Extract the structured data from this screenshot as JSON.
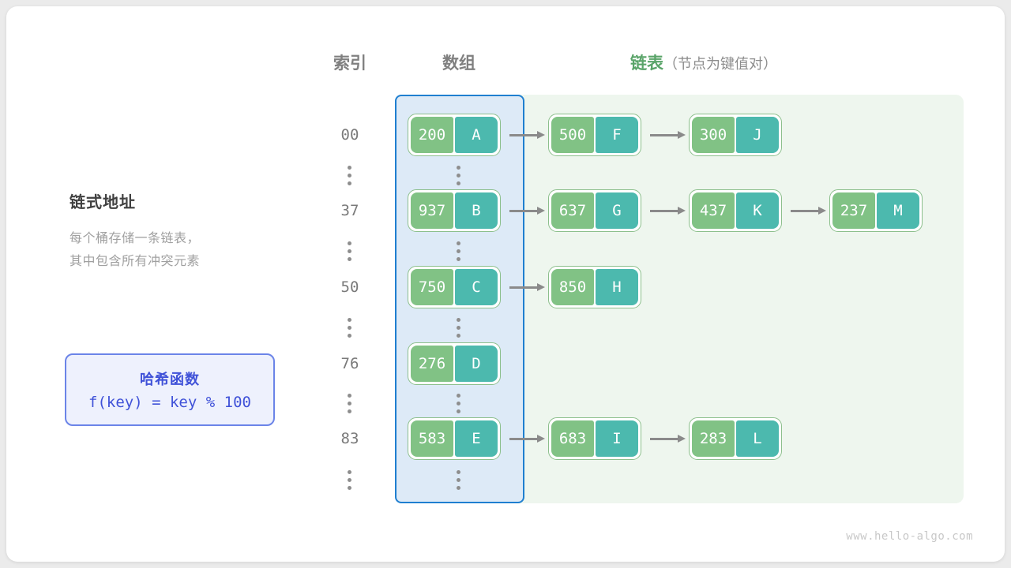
{
  "headers": {
    "index": "索引",
    "array": "数组",
    "list_main": "链表",
    "list_sub": "（节点为键值对）"
  },
  "description": {
    "title": "链式地址",
    "line1": "每个桶存储一条链表，",
    "line2": "其中包含所有冲突元素"
  },
  "hash": {
    "title": "哈希函数",
    "formula": "f(key) = key % 100"
  },
  "colors": {
    "key_box": "#81c285",
    "value_box": "#4cb9ae",
    "array_region_bg": "#ddeaf7",
    "array_region_border": "#1f7fd0",
    "list_region_bg": "#eef6ee",
    "arrow": "#8a8a8a",
    "accent_green": "#5aa469",
    "accent_blue": "#3f51d8"
  },
  "buckets": [
    {
      "index": "00",
      "nodes": [
        {
          "key": "200",
          "value": "A"
        },
        {
          "key": "500",
          "value": "F"
        },
        {
          "key": "300",
          "value": "J"
        }
      ]
    },
    {
      "index": "37",
      "nodes": [
        {
          "key": "937",
          "value": "B"
        },
        {
          "key": "637",
          "value": "G"
        },
        {
          "key": "437",
          "value": "K"
        },
        {
          "key": "237",
          "value": "M"
        }
      ]
    },
    {
      "index": "50",
      "nodes": [
        {
          "key": "750",
          "value": "C"
        },
        {
          "key": "850",
          "value": "H"
        }
      ]
    },
    {
      "index": "76",
      "nodes": [
        {
          "key": "276",
          "value": "D"
        }
      ]
    },
    {
      "index": "83",
      "nodes": [
        {
          "key": "583",
          "value": "E"
        },
        {
          "key": "683",
          "value": "I"
        },
        {
          "key": "283",
          "value": "L"
        }
      ]
    }
  ],
  "ellipsis_count": 5,
  "watermark": "www.hello-algo.com"
}
